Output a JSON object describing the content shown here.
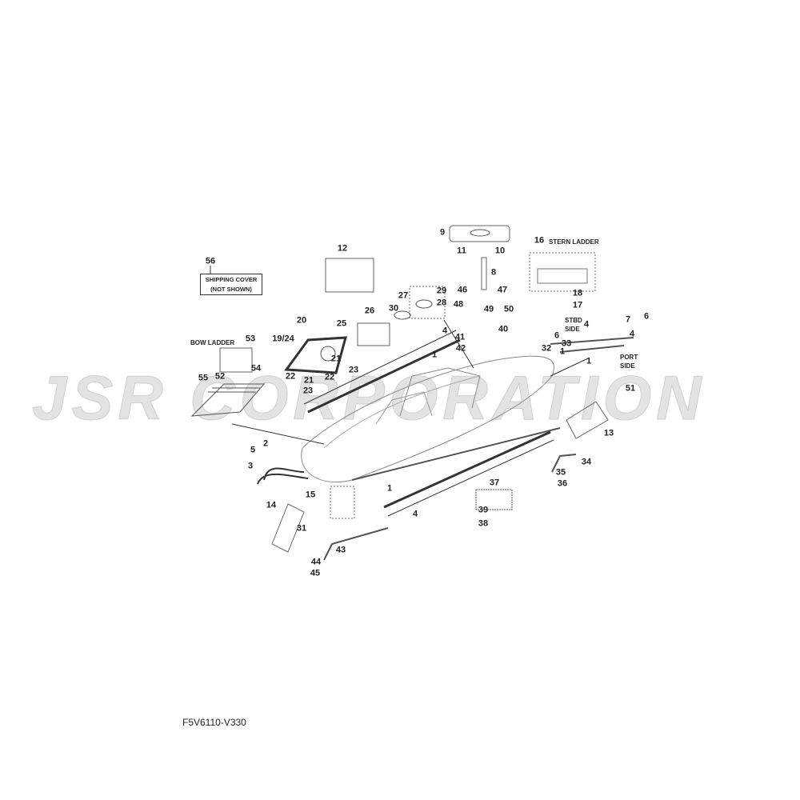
{
  "watermark": "JSR CORPORATION",
  "diagram_code": "F5V6110-V330",
  "notes": {
    "shipping_cover_line1": "SHIPPING COVER",
    "shipping_cover_line2": "(NOT SHOWN)",
    "stern_ladder": "STERN LADDER",
    "bow_ladder": "BOW LADDER",
    "stbd_line1": "STBD",
    "stbd_line2": "SIDE",
    "port_line1": "PORT",
    "port_line2": "SIDE"
  },
  "callouts": [
    "56",
    "12",
    "9",
    "11",
    "10",
    "8",
    "16",
    "46",
    "47",
    "48",
    "49",
    "50",
    "27",
    "29",
    "28",
    "30",
    "26",
    "25",
    "18",
    "17",
    "7",
    "6",
    "4",
    "4",
    "6",
    "1",
    "1",
    "20",
    "19/24",
    "4",
    "1",
    "41",
    "42",
    "40",
    "32",
    "33",
    "53",
    "54",
    "21",
    "23",
    "22",
    "21",
    "22",
    "23",
    "55",
    "52",
    "51",
    "13",
    "5",
    "2",
    "3",
    "34",
    "35",
    "36",
    "37",
    "15",
    "14",
    "1",
    "4",
    "39",
    "38",
    "31",
    "43",
    "44",
    "45"
  ]
}
